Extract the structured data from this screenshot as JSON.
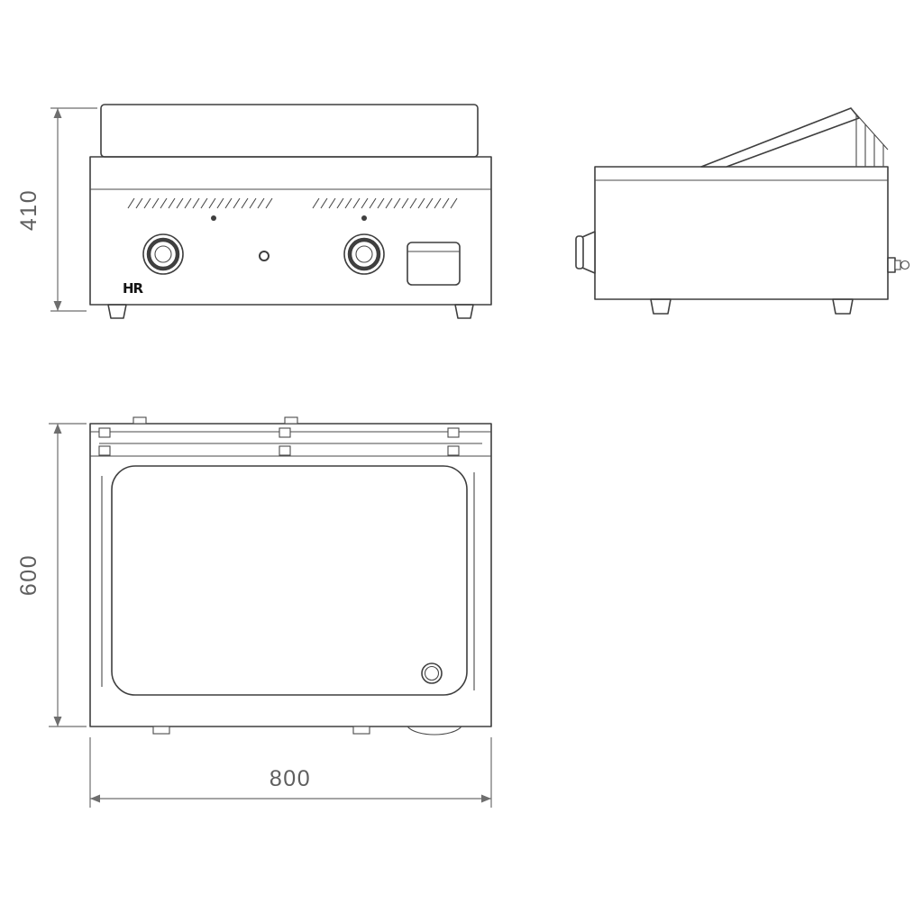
{
  "drawing": {
    "logo": "HR",
    "dimensions": {
      "height_mm": "410",
      "depth_mm": "600",
      "width_mm": "800"
    },
    "colors": {
      "line": "#3f3f3f",
      "dimension_line": "#6e6e6e",
      "dimension_text": "#5f5f5f",
      "background": "#ffffff"
    }
  }
}
